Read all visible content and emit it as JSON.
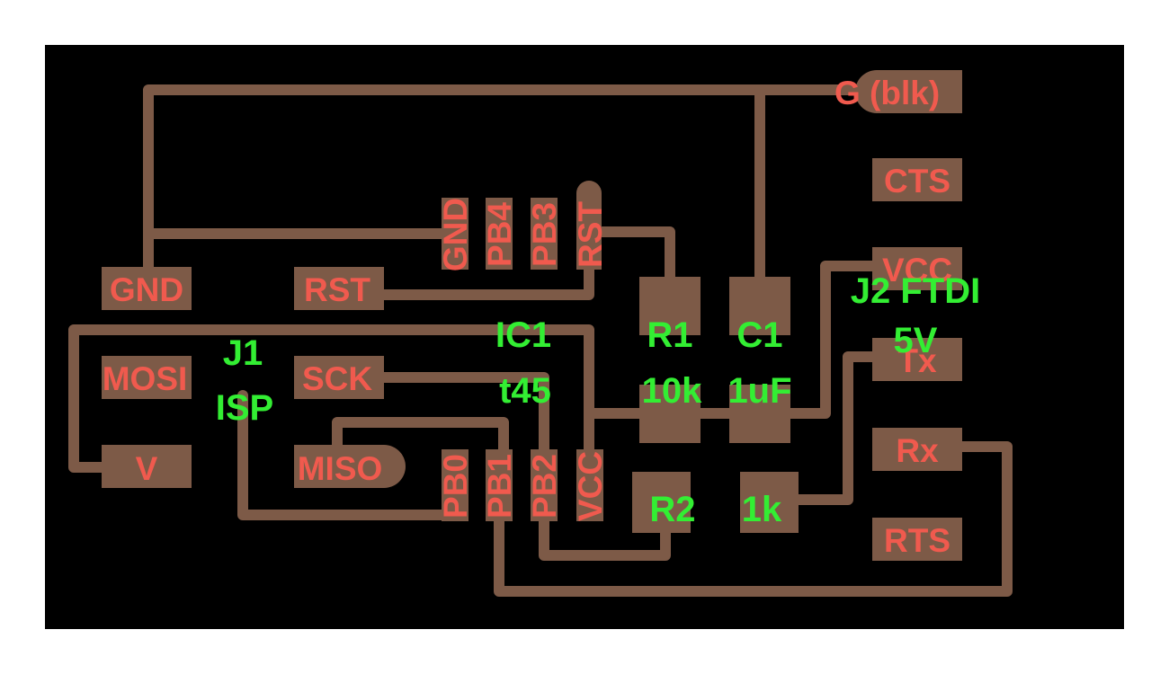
{
  "colors": {
    "board": "#000000",
    "copper": "#7d5a47",
    "pin_label": "#f05a4e",
    "component_label": "#33ee33"
  },
  "pins": {
    "gnd_left": "GND",
    "rst_left": "RST",
    "mosi": "MOSI",
    "sck": "SCK",
    "miso": "MISO",
    "v": "V",
    "ic_gnd": "GND",
    "ic_pb4": "PB4",
    "ic_pb3": "PB3",
    "ic_rst": "RST",
    "ic_pb0": "PB0",
    "ic_pb1": "PB1",
    "ic_pb2": "PB2",
    "ic_vcc": "VCC",
    "ftdi_g": "G (blk)",
    "ftdi_cts": "CTS",
    "ftdi_vcc": "VCC",
    "ftdi_tx": "Tx",
    "ftdi_rx": "Rx",
    "ftdi_rts": "RTS"
  },
  "components": {
    "j1": "J1",
    "isp": "ISP",
    "ic1": "IC1",
    "t45": "t45",
    "r1": "R1",
    "r1_value": "10k",
    "c1": "C1",
    "c1_value": "1uF",
    "r2": "R2",
    "r2_value": "1k",
    "j2": "J2 FTDI",
    "j2_voltage": "5V"
  }
}
